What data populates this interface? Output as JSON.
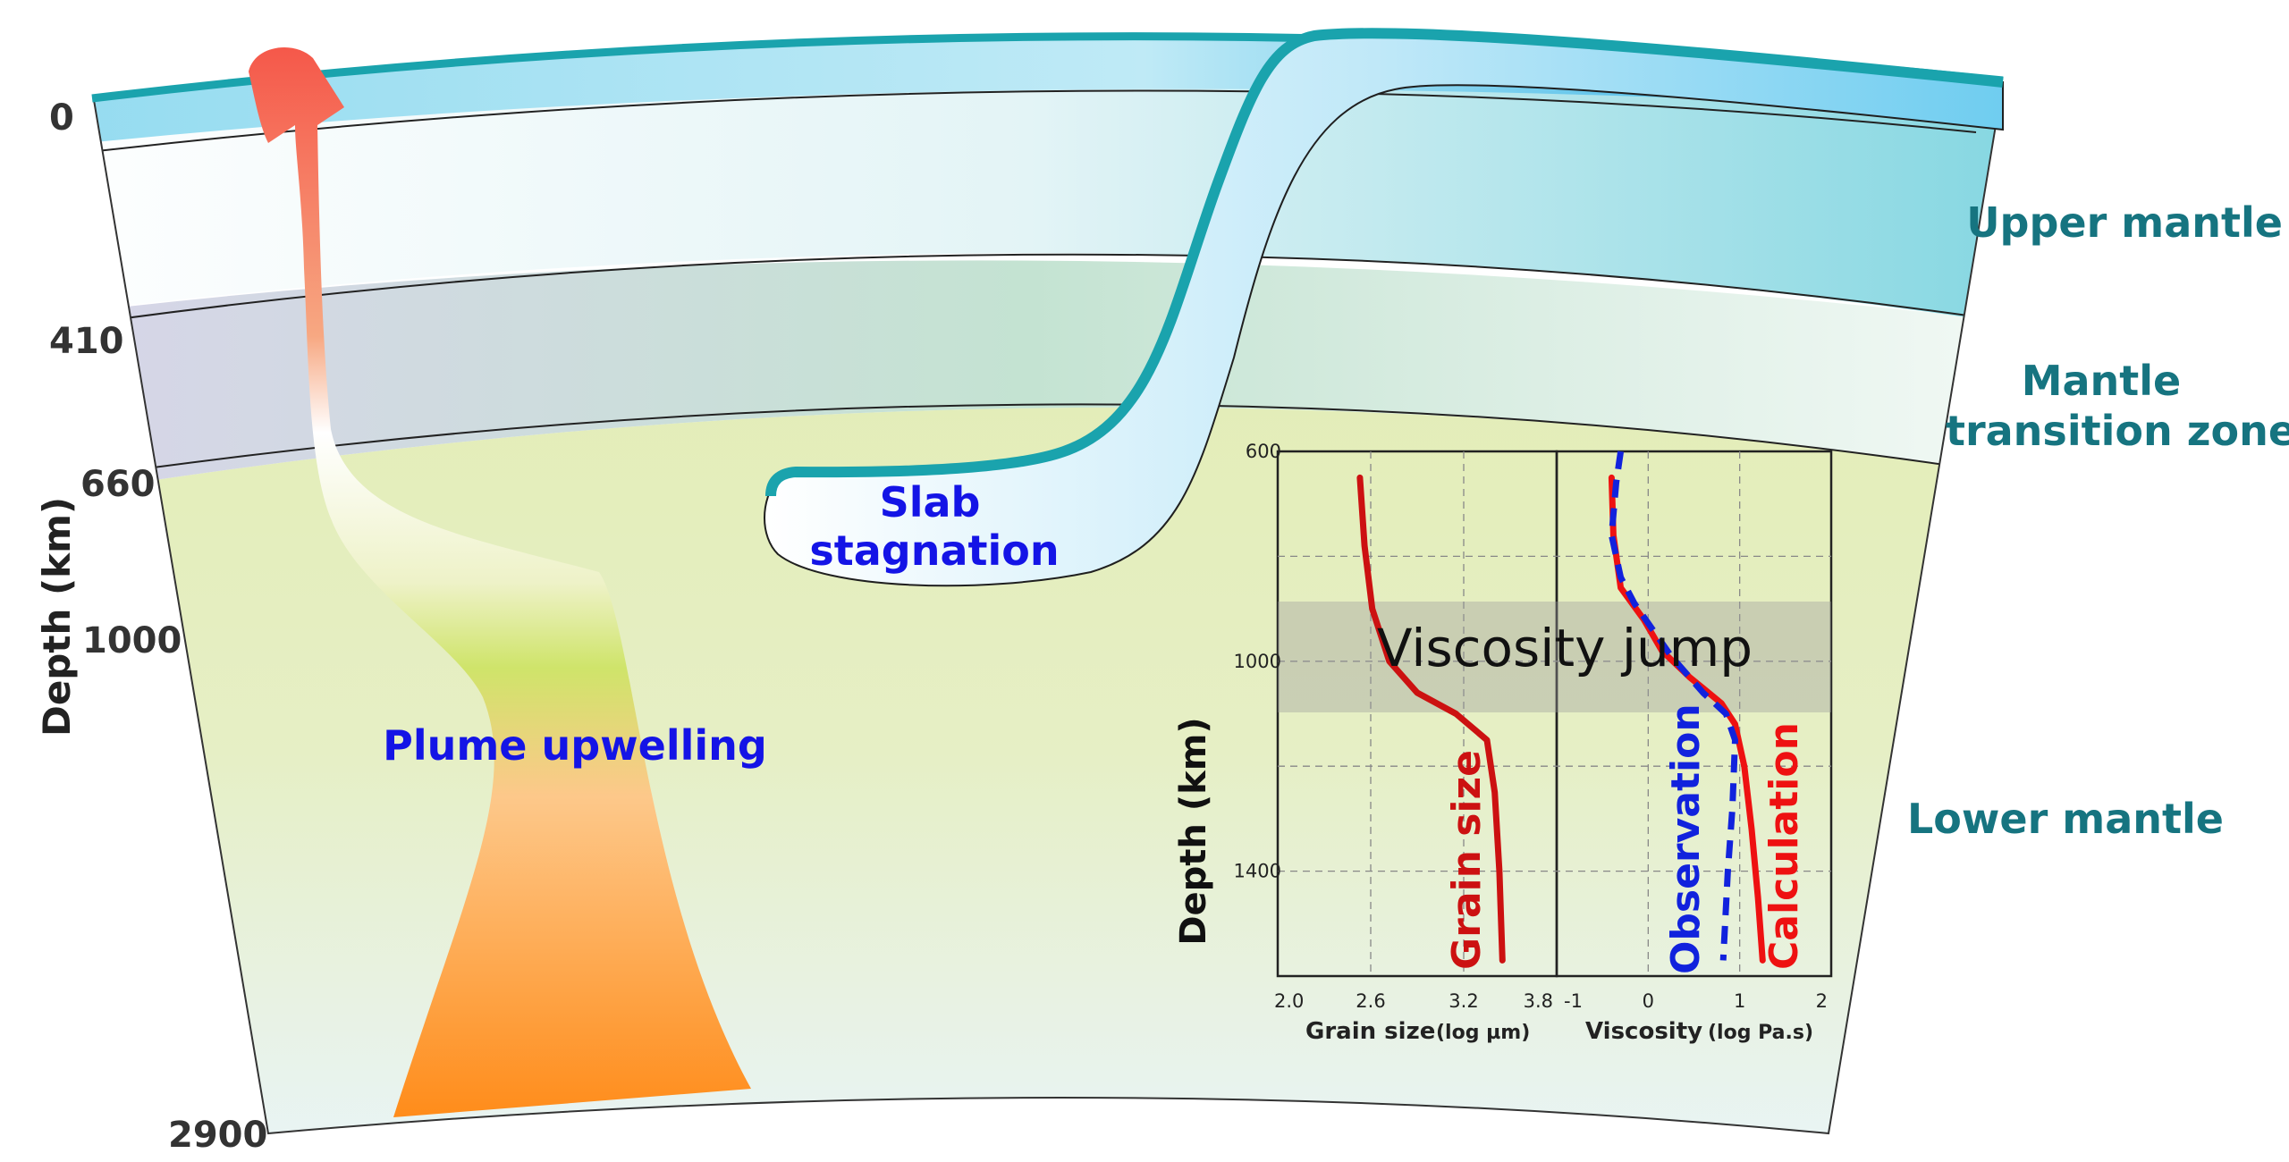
{
  "depth_axis": {
    "title": "Depth (km)",
    "marks": [
      "0",
      "410",
      "660",
      "1000",
      "2900"
    ]
  },
  "zones": {
    "upper": "Upper mantle",
    "transition_line1": "Mantle",
    "transition_line2": "transition zone",
    "lower": "Lower mantle"
  },
  "features": {
    "slab_line1": "Slab",
    "slab_line2": "stagnation",
    "plume": "Plume upwelling"
  },
  "colors": {
    "plate": "#1aa3ad",
    "plume_hot": "#f5584a",
    "plume_base": "#ff8c1a",
    "calc": "#ee1111",
    "observation": "#1122dd"
  },
  "chart_data": {
    "type": "line",
    "band_label": "Viscosity jump",
    "ylabel": "Depth (km)",
    "ylim": [
      600,
      1600
    ],
    "y_ticks": [
      "600",
      "1000",
      "1400"
    ],
    "panels": [
      {
        "xlabel_main": "Grain size",
        "xlabel_unit": "(log µm)",
        "xlim": [
          2.0,
          3.8
        ],
        "x_ticks": [
          "2.0",
          "2.6",
          "3.2",
          "3.8"
        ],
        "series": [
          {
            "name": "Grain size",
            "color": "#cc1111",
            "style": "solid",
            "points": [
              [
                2.53,
                650
              ],
              [
                2.56,
                780
              ],
              [
                2.61,
                900
              ],
              [
                2.72,
                1000
              ],
              [
                2.9,
                1060
              ],
              [
                3.15,
                1100
              ],
              [
                3.35,
                1150
              ],
              [
                3.4,
                1250
              ],
              [
                3.43,
                1400
              ],
              [
                3.45,
                1570
              ]
            ]
          }
        ]
      },
      {
        "xlabel_main": "Viscosity",
        "xlabel_unit": "(log Pa.s)",
        "xlim": [
          -1,
          2
        ],
        "x_ticks": [
          "-1",
          "0",
          "1",
          "2"
        ],
        "series": [
          {
            "name": "Calculation",
            "color": "#ee1111",
            "style": "solid",
            "points": [
              [
                -0.4,
                650
              ],
              [
                -0.38,
                760
              ],
              [
                -0.3,
                860
              ],
              [
                -0.05,
                920
              ],
              [
                0.15,
                980
              ],
              [
                0.45,
                1030
              ],
              [
                0.8,
                1080
              ],
              [
                0.95,
                1120
              ],
              [
                1.05,
                1200
              ],
              [
                1.13,
                1320
              ],
              [
                1.2,
                1450
              ],
              [
                1.25,
                1570
              ]
            ]
          },
          {
            "name": "Observation",
            "color": "#1122dd",
            "style": "dashed",
            "points": [
              [
                -0.3,
                600
              ],
              [
                -0.35,
                660
              ],
              [
                -0.4,
                760
              ],
              [
                -0.3,
                840
              ],
              [
                -0.15,
                890
              ],
              [
                0.05,
                940
              ],
              [
                0.25,
                990
              ],
              [
                0.6,
                1060
              ],
              [
                0.85,
                1100
              ],
              [
                0.95,
                1150
              ],
              [
                0.92,
                1280
              ],
              [
                0.87,
                1400
              ],
              [
                0.82,
                1570
              ]
            ]
          }
        ]
      }
    ]
  }
}
